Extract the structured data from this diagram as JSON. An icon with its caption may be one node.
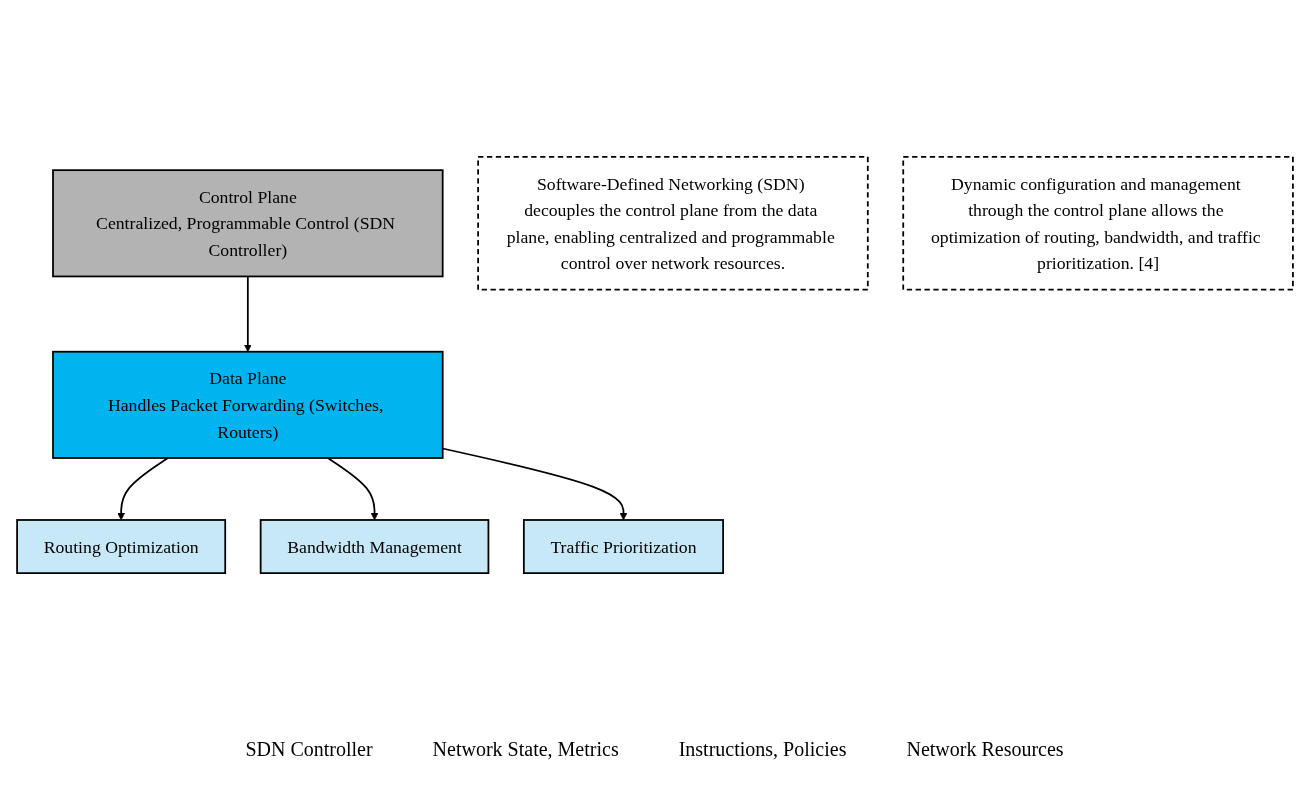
{
  "diagram": {
    "nodes": [
      {
        "text": [
          "Control Plane",
          "Centralized, Programmable Control (SDN Controller)"
        ]
      },
      {
        "text": [
          "Data Plane",
          "Handles Packet Forwarding (Switches, Routers)"
        ]
      },
      {
        "text": [
          "Routing Optimization"
        ]
      },
      {
        "text": [
          "Bandwidth Management"
        ]
      },
      {
        "text": [
          "Traffic Prioritization"
        ]
      },
      {
        "text": [
          "Software-Defined Networking (SDN) decouples the control plane from the data plane, enabling centralized and programmable control over network resources."
        ]
      },
      {
        "text": [
          "Dynamic configuration and management through the control plane allows the optimization of routing, bandwidth, and traffic prioritization. [4]"
        ]
      }
    ],
    "edges": [
      {
        "from": 0,
        "to": 1,
        "arrow": "to"
      },
      {
        "from": 1,
        "to": 2,
        "arrow": "to"
      },
      {
        "from": 1,
        "to": 3,
        "arrow": "to"
      },
      {
        "from": 1,
        "to": 4,
        "arrow": "to"
      }
    ],
    "labels": [
      "SDN Controller",
      "Network State, Metrics",
      "Instructions, Policies",
      "Network Resources"
    ]
  }
}
